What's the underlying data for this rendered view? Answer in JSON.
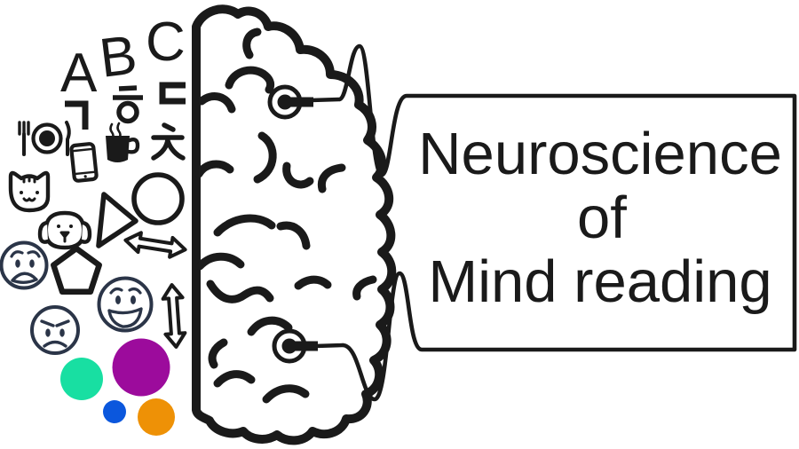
{
  "bubble": {
    "lines": [
      "Neuroscience",
      "of",
      "Mind reading"
    ]
  },
  "letters": {
    "a": "A",
    "b": "B",
    "c": "C"
  },
  "hangul": {
    "giyeok": "ㄱ",
    "hieut": "ㅎ",
    "digeut": "ㄷ",
    "chieut": "ㅊ"
  },
  "icons": [
    "meal-plate-icon",
    "smartphone-icon",
    "coffee-cup-icon",
    "cat-face-icon",
    "dog-face-icon",
    "worried-face-icon",
    "pentagon-icon",
    "happy-face-icon",
    "angry-face-icon",
    "circle-shape-icon",
    "triangle-shape-icon",
    "left-right-arrow-icon",
    "up-down-arrow-icon",
    "brain-half-icon",
    "electrode-icon",
    "eeg-wave-icon"
  ],
  "colors": {
    "ink": "#1a1a1a",
    "face_stroke": "#2b3548",
    "green": "#18dfa2",
    "purple": "#9c0b9c",
    "blue": "#0b57dd",
    "orange": "#ee9106"
  }
}
